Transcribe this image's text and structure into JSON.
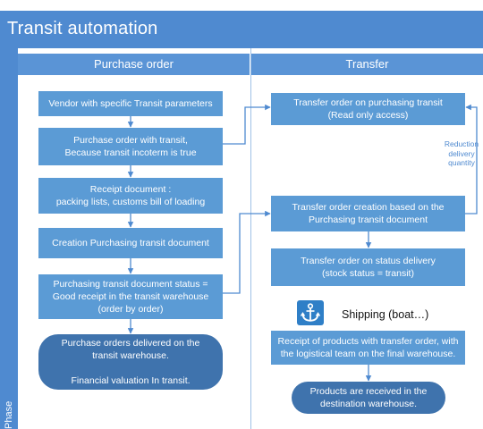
{
  "title": "Transit automation",
  "phase_label": "Phase",
  "lanes": {
    "purchase": "Purchase order",
    "transfer": "Transfer"
  },
  "boxes": {
    "vendor": "Vendor with specific Transit parameters",
    "po_transit": "Purchase order with transit,\nBecause transit incoterm is true",
    "receipt_doc": "Receipt document :\npacking lists, customs bill of loading",
    "creation_doc": "Creation Purchasing transit document",
    "doc_status": "Purchasing transit document status =\nGood receipt in the transit warehouse\n(order by order)",
    "po_delivered": "Purchase orders delivered on the\ntransit warehouse.\n\nFinancial valuation In transit.",
    "to_purchasing": "Transfer order on purchasing transit\n(Read only access)",
    "to_creation": "Transfer order creation based on the\nPurchasing transit document",
    "to_status": "Transfer order on status delivery\n(stock status = transit)",
    "receipt_products": "Receipt of products with transfer order, with\nthe logistical team on the final warehouse.",
    "products_received": "Products are received in the\ndestination warehouse."
  },
  "reduction_note": "Reduction\ndelivery\nquantity",
  "shipping": {
    "label": "Shipping (boat…)",
    "icon": "anchor-icon"
  },
  "colors": {
    "header": "#4f8ad0",
    "box": "#5b9bd5",
    "terminal": "#3f73ad",
    "connector": "#4f8ad0"
  }
}
